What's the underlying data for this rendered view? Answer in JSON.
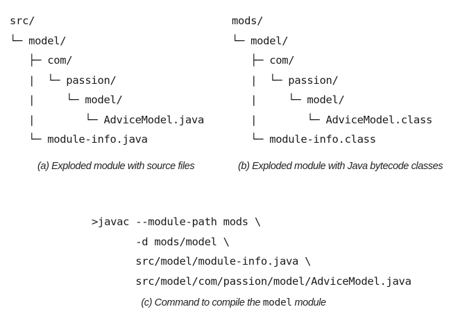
{
  "tree_a": {
    "lines": [
      "src/",
      "└─ model/",
      "   ├─ com/",
      "   |  └─ passion/",
      "   |     └─ model/",
      "   |        └─ AdviceModel.java",
      "   └─ module-info.java"
    ]
  },
  "tree_b": {
    "lines": [
      "mods/",
      "└─ model/",
      "   ├─ com/",
      "   |  └─ passion/",
      "   |     └─ model/",
      "   |        └─ AdviceModel.class",
      "   └─ module-info.class"
    ]
  },
  "captions": {
    "a": "(a) Exploded module with source files",
    "b": "(b) Exploded module with Java bytecode classes",
    "c_prefix": "(c) Command to compile the ",
    "c_code": "model",
    "c_suffix": " module"
  },
  "command": {
    "lines": [
      ">javac --module-path mods \\",
      "       -d mods/model \\",
      "       src/model/module-info.java \\",
      "       src/model/com/passion/model/AdviceModel.java"
    ]
  }
}
